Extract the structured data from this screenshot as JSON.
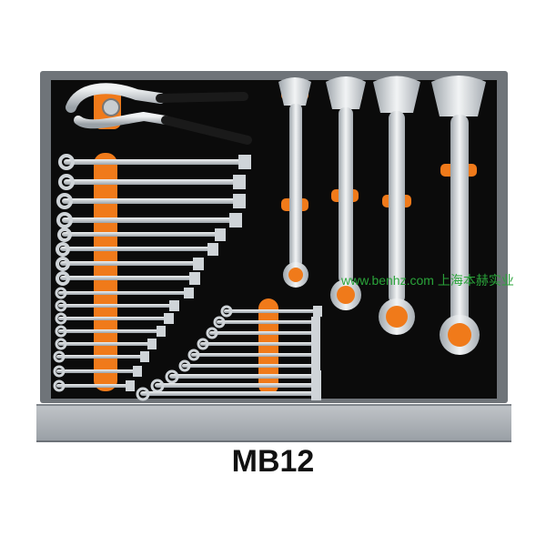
{
  "product": {
    "code": "MB12"
  },
  "watermark": {
    "text": "www.benhz.com 上海本赫实业"
  },
  "colors": {
    "foam": "#0b0b0b",
    "accent_orange": "#f07a1a",
    "tray_grey": "#6f7479",
    "chrome": "#d9dde0",
    "watermark_green": "#2aa43a"
  },
  "tools": {
    "pliers": 1,
    "large_combination_wrenches": 4,
    "left_wrench_rows": 16,
    "right_wrench_rows": 9
  }
}
